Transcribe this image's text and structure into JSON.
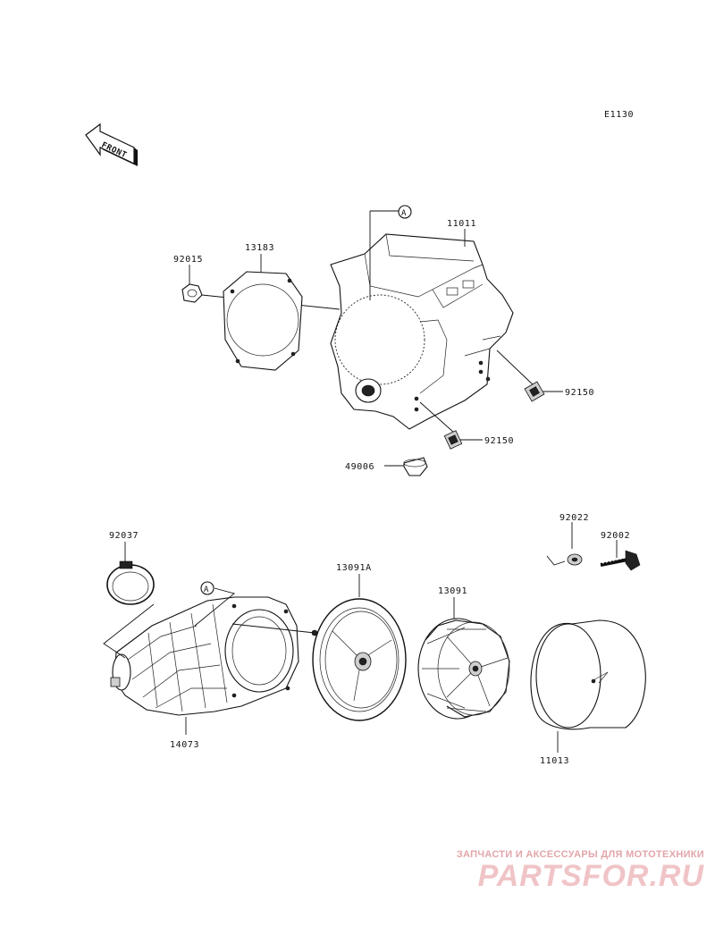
{
  "diagram": {
    "ref_code": "E1130",
    "front_label": "FRONT",
    "marker_a": "A",
    "parts": {
      "p11011": "11011",
      "p92015": "92015",
      "p13183": "13183",
      "p92150a": "92150",
      "p92150b": "92150",
      "p49006": "49006",
      "p92037": "92037",
      "p92022": "92022",
      "p92002": "92002",
      "p13091A": "13091A",
      "p13091": "13091",
      "p14073": "14073",
      "p11013": "11013"
    }
  },
  "watermark": {
    "tagline": "ЗАПЧАСТИ И АКСЕССУАРЫ ДЛЯ МОТОТЕХНИКИ",
    "logo": "PARTSFOR.RU",
    "color": "#e8a0a5"
  }
}
